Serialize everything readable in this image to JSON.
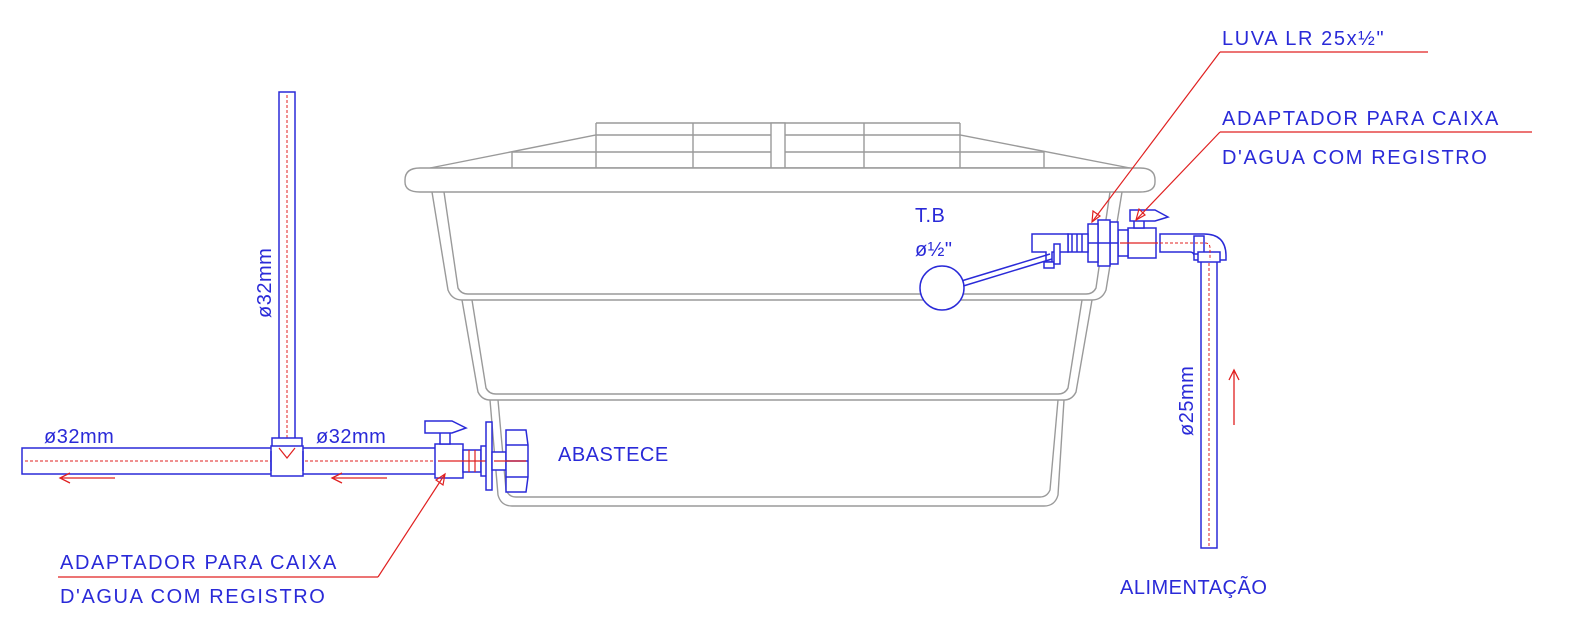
{
  "labels": {
    "luva": "LUVA LR 25x½\"",
    "adaptador_top_line1": "ADAPTADOR PARA CAIXA",
    "adaptador_top_line2": "D'AGUA COM REGISTRO",
    "tb_line1": "T.B",
    "tb_line2": "ø½\"",
    "vertical_riser": "ø32mm",
    "outlet_left": "ø32mm",
    "outlet_mid": "ø32mm",
    "abastece": "ABASTECE",
    "supply_pipe": "ø25mm",
    "adaptador_bottom_line1": "ADAPTADOR PARA CAIXA",
    "adaptador_bottom_line2": "D'AGUA COM REGISTRO",
    "alimentacao": "ALIMENTAÇÃO"
  },
  "colors": {
    "line_blue": "#2a2ad8",
    "centerline_red": "#e02020",
    "tank_gray": "#9a9a9a"
  }
}
